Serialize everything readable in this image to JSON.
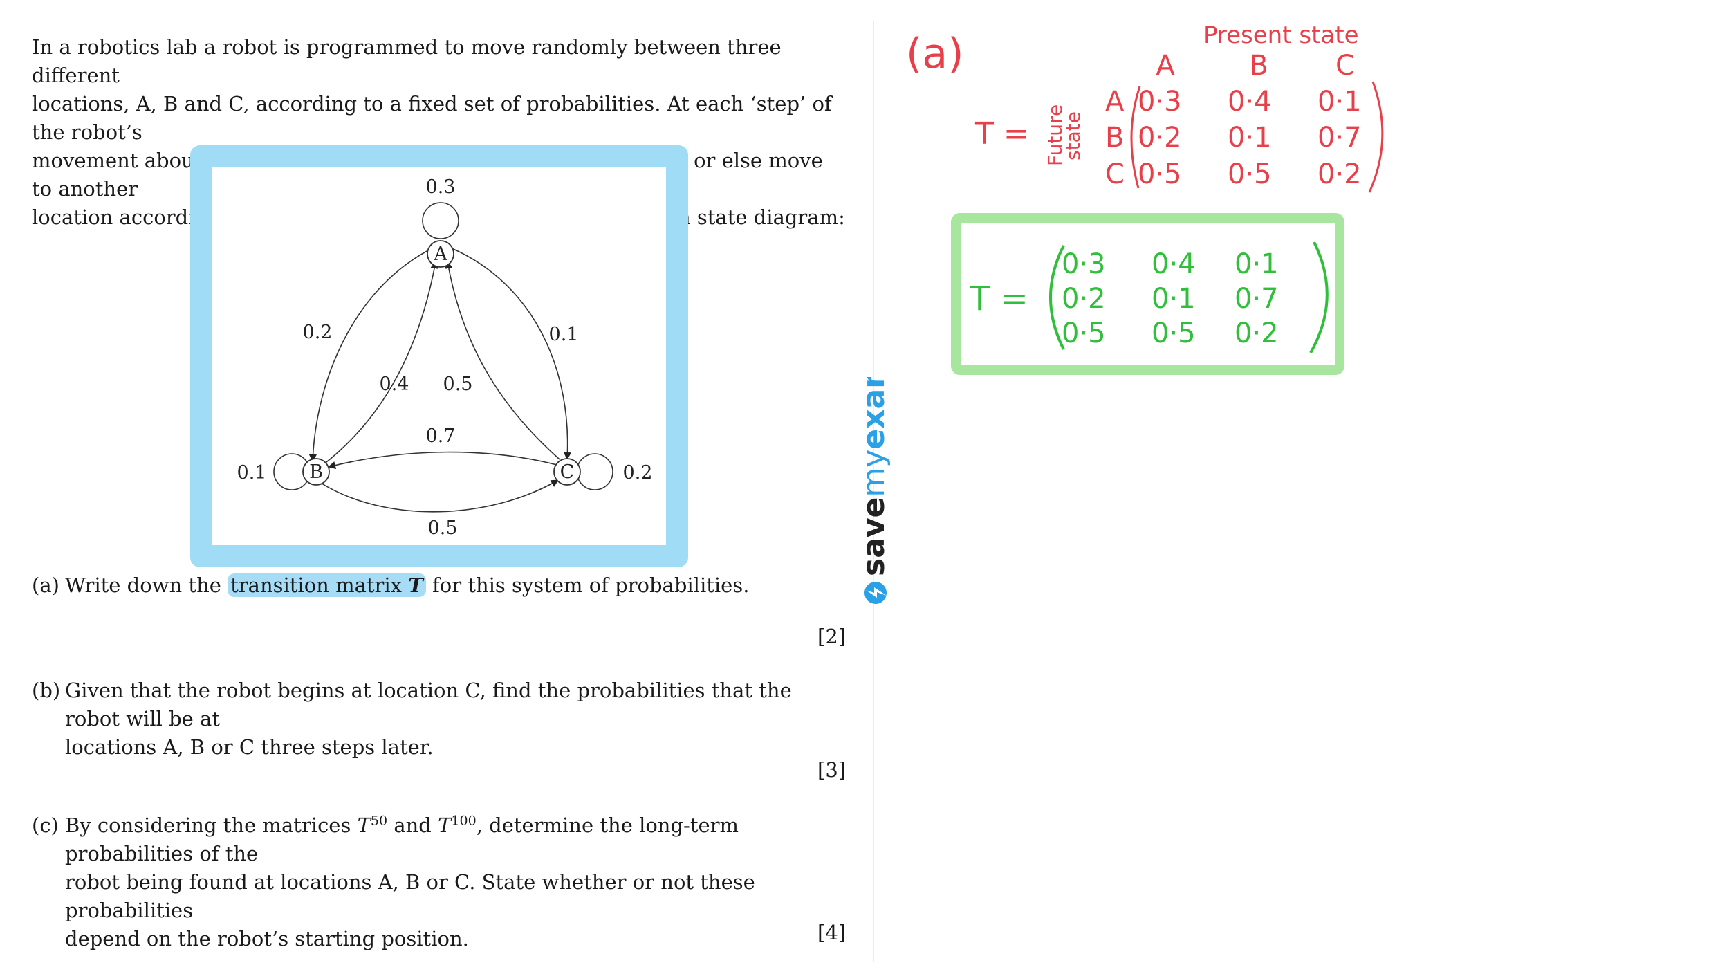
{
  "question": {
    "intro_lines": [
      "In a robotics lab a robot is programmed to move randomly between three different",
      "locations, A, B and C, according to a fixed set of probabilities.  At each ‘step’ of the robot’s",
      "movement about the lab, the robot will either remain where it is or else move to another",
      "location according to the probabilities in the following transition state diagram:"
    ],
    "parts": [
      {
        "label": "(a)",
        "text_before": "Write down the ",
        "highlight": "transition matrix ",
        "symbol": "T",
        "text_after": " for this system of probabilities.",
        "marks": "[2]"
      },
      {
        "label": "(b)",
        "lines": [
          "Given that the robot begins at location C, find the probabilities that the robot will be at",
          "locations A, B or C three steps later."
        ],
        "marks": "[3]"
      },
      {
        "label": "(c)",
        "line1_before": "By considering the matrices ",
        "T": "T",
        "exp1": "50",
        "and": " and ",
        "exp2": "100",
        "line1_after": ", determine the long-term probabilities of the",
        "lines": [
          "robot being found at locations A, B or C.  State whether or not these probabilities",
          "depend on the robot’s starting position."
        ],
        "marks": "[4]"
      }
    ]
  },
  "diagram": {
    "nodes": [
      "A",
      "B",
      "C"
    ],
    "edge_labels": {
      "AA": "0.3",
      "AB_outer": "0.2",
      "AC_outer": "0.1",
      "BA_inner": "0.4",
      "CA_inner": "0.5",
      "CB_top": "0.7",
      "BC_bottom": "0.5",
      "BB": "0.1",
      "CC": "0.2"
    }
  },
  "logo": {
    "save": "save",
    "my": "my",
    "exams": "exams"
  },
  "solution": {
    "part_label": "(a)",
    "header": "Present state",
    "col_labels": [
      "A",
      "B",
      "C"
    ],
    "row_labels": [
      "A",
      "B",
      "C"
    ],
    "side_label": [
      "Future",
      "state"
    ],
    "T_label": "T =",
    "matrix": [
      [
        "0·3",
        "0·4",
        "0·1"
      ],
      [
        "0·2",
        "0·1",
        "0·7"
      ],
      [
        "0·5",
        "0·5",
        "0·2"
      ]
    ],
    "answer_label": "T =",
    "answer_matrix": [
      [
        "0·3",
        "0·4",
        "0·1"
      ],
      [
        "0·2",
        "0·1",
        "0·7"
      ],
      [
        "0·5",
        "0·5",
        "0·2"
      ]
    ],
    "colors": {
      "working": "#e8404a",
      "answer": "#2fbf3a",
      "answer_box": "#a8e6a0",
      "highlight": "#a6dcf5"
    }
  }
}
